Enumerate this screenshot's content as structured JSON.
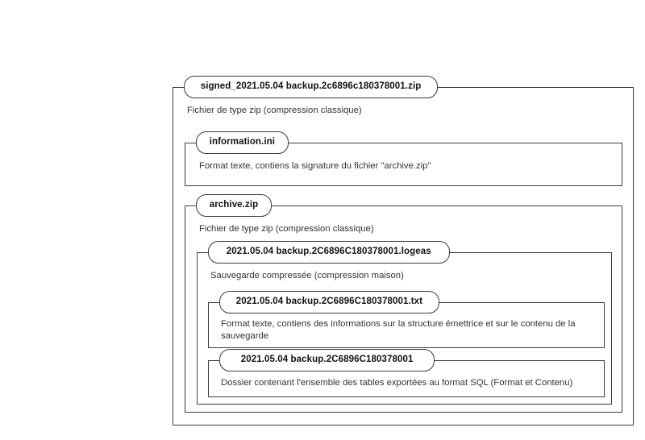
{
  "diagram": {
    "type": "nested-archive-structure",
    "language": "fr",
    "colors": {
      "background": "#ffffff",
      "stroke": "#3b3b3b",
      "title_text": "#111111",
      "body_text": "#333333"
    },
    "nodes": {
      "signed": {
        "title": "signed_2021.05.04 backup.2c6896c180378001.zip",
        "description": "Fichier de type zip (compression classique)"
      },
      "information": {
        "title": "information.ini",
        "description": "Format texte, contiens la signature du fichier \"archive.zip\""
      },
      "archive": {
        "title": "archive.zip",
        "description": "Fichier de type zip (compression classique)"
      },
      "logeas": {
        "title": "2021.05.04 backup.2C6896C180378001.logeas",
        "description": "Sauvegarde compressée (compression maison)"
      },
      "txt": {
        "title": "2021.05.04 backup.2C6896C180378001.txt",
        "description": "Format texte, contiens des informations sur la structure émettrice et sur le contenu de la sauvegarde"
      },
      "folder": {
        "title": "2021.05.04 backup.2C6896C180378001",
        "description": "Dossier contenant l'ensemble des tables exportées au format SQL (Format et Contenu)"
      }
    }
  }
}
